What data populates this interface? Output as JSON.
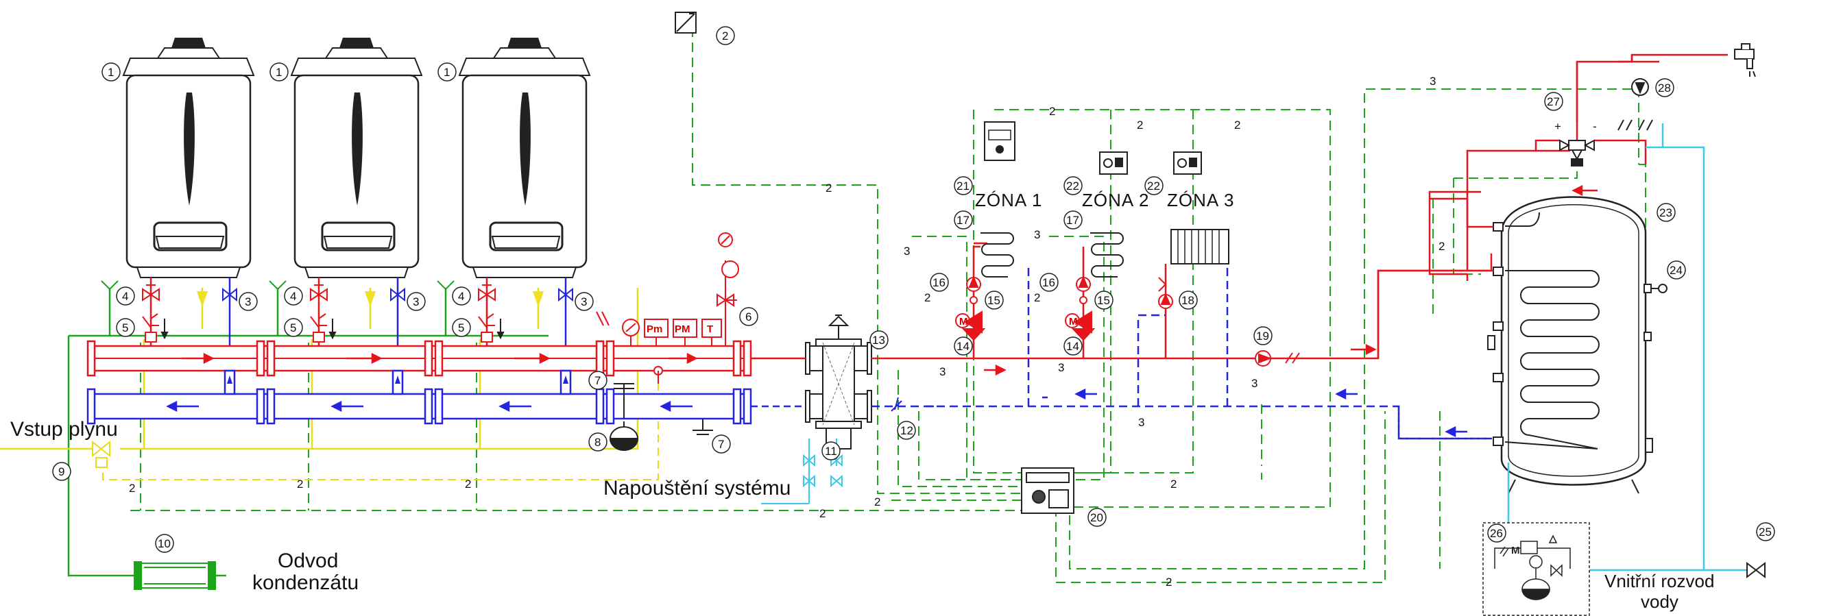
{
  "labels": {
    "gas_inlet": "Vstup plynu",
    "system_fill": "Napouštění systému",
    "condensate_line1": "Odvod",
    "condensate_line2": "kondenzátu",
    "water_line1": "Vnitřní rozvod",
    "water_line2": "vody",
    "zone1": "ZÓNA 1",
    "zone2": "ZÓNA 2",
    "zone3": "ZÓNA 3",
    "plus": "+",
    "minus": "-"
  },
  "manifold_gauges": [
    "Pm",
    "PM",
    "T"
  ],
  "wire_label": "2",
  "wire_label_3": "3",
  "motor_letter": "M",
  "colors": {
    "flow": "#e8141b",
    "return": "#2323e0",
    "gas": "#f0e020",
    "control": "#1aa51a",
    "condensate": "#1aa51a",
    "cold_water": "#3cc8e8",
    "line": "#222222"
  }
}
